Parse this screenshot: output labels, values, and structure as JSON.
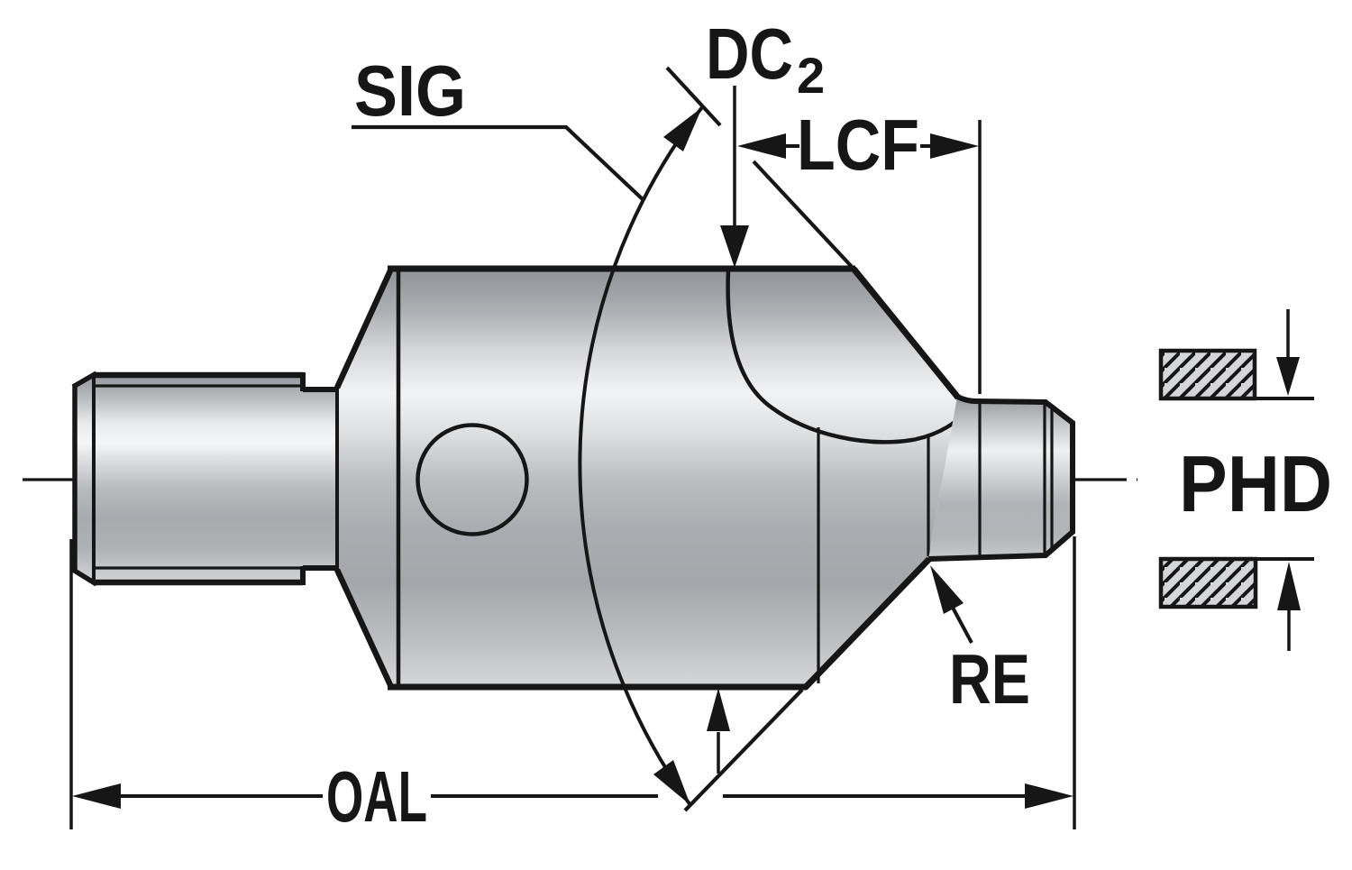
{
  "drawing": {
    "kind": "engineering-dimension-diagram",
    "subject": "countersink-tool-side-view",
    "labels": {
      "sig": "SIG",
      "dc_base": "DC",
      "dc_subscript": "2",
      "lcf": "LCF",
      "oal": "OAL",
      "phd": "PHD",
      "re": "RE"
    },
    "colors": {
      "background": "#ffffff",
      "line": "#161616",
      "hatch_fill": "#d4d6d9",
      "metal_highlight": "#f3f4f5",
      "metal_shadow": "#8e9196"
    }
  }
}
